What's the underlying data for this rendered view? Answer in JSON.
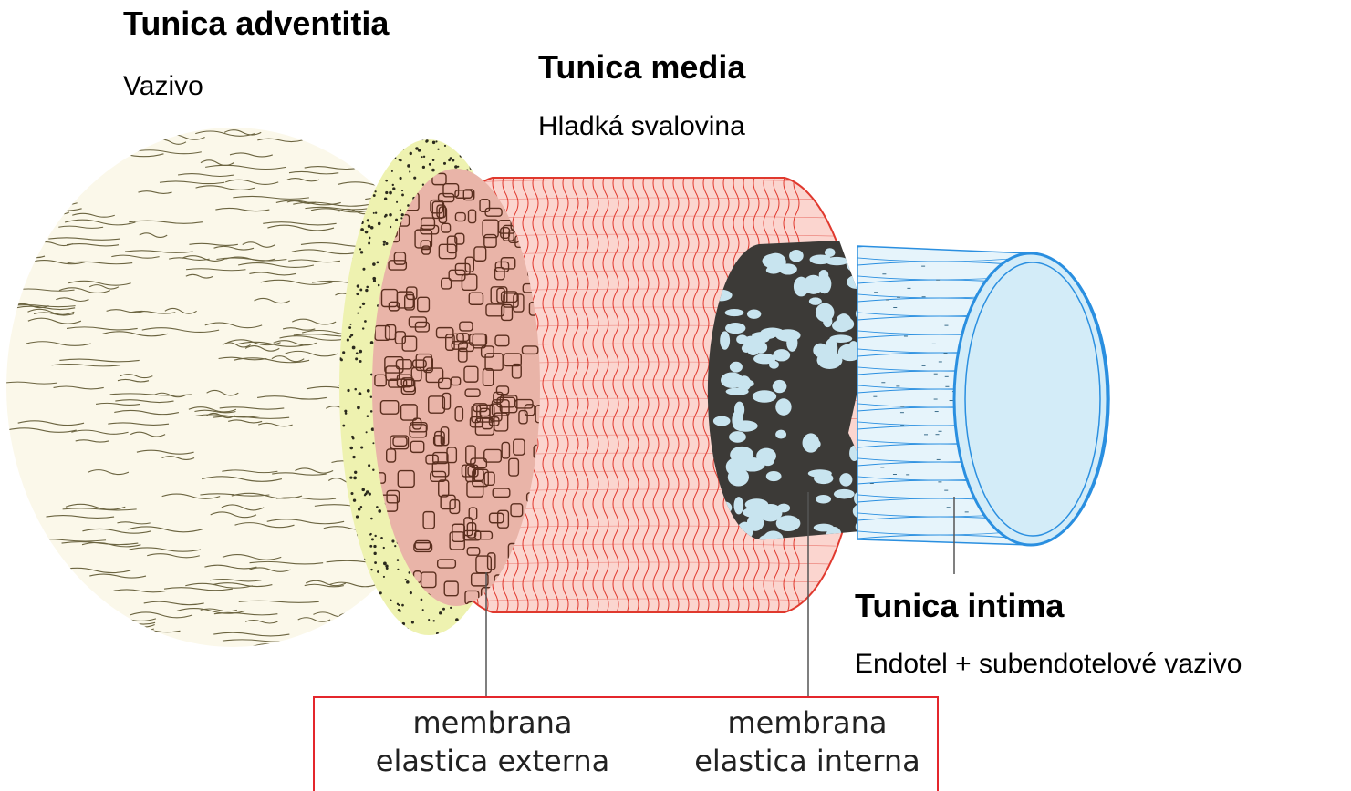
{
  "layers": {
    "adventitia": {
      "title": "Tunica adventitia",
      "subtitle": "Vazivo"
    },
    "media": {
      "title": "Tunica media",
      "subtitle": "Hladká svalovina"
    },
    "intima": {
      "title": "Tunica intima",
      "subtitle": "Endotel + subendotelové vazivo"
    }
  },
  "membranes": {
    "externa": "membrana elastica externa",
    "interna": "membrana elastica interna"
  },
  "colors": {
    "adventitia_fiber": "#6b6440",
    "adventitia_fill": "#fbf8ea",
    "stipple": "#2b2a1d",
    "stipple_fill": "#eef2b0",
    "elastic_net": "#5a2e1e",
    "media_fill": "#fbd5cf",
    "media_line": "#e0392e",
    "interna_fill": "#3c3a37",
    "interna_hole": "#c8e4ef",
    "intima_fill": "#e6f4fb",
    "intima_line": "#2a8fe0",
    "leader": "#555555",
    "box_border": "#e4262c"
  }
}
